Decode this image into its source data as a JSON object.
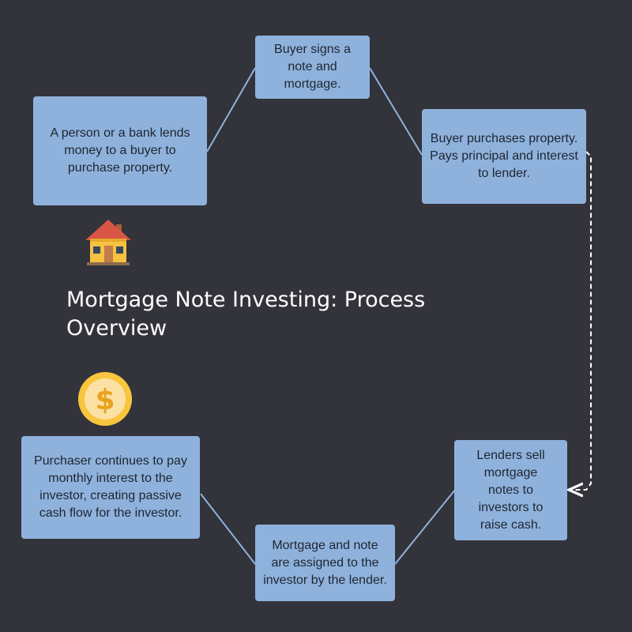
{
  "title": "Mortgage Note Investing: Process Overview",
  "icons": {
    "house": "house-icon",
    "money": "dollar-coin-icon"
  },
  "colors": {
    "background": "#33333b",
    "node_fill": "#8eb2dc",
    "connector": "#8eb2dc",
    "dashed_arrow": "#ffffff"
  },
  "steps": [
    {
      "id": "lender",
      "text": "A person or a bank lends money to a buyer to purchase property."
    },
    {
      "id": "signs",
      "text": "Buyer signs a note and mortgage."
    },
    {
      "id": "purchase",
      "text": "Buyer purchases property. Pays principal and interest to lender."
    },
    {
      "id": "sell",
      "text": "Lenders sell mortgage notes to investors to raise cash."
    },
    {
      "id": "assigned",
      "text": "Mortgage and note are assigned to the investor by the lender."
    },
    {
      "id": "cashflow",
      "text": "Purchaser continues to pay monthly interest to the investor, creating passive cash flow for the investor."
    }
  ]
}
